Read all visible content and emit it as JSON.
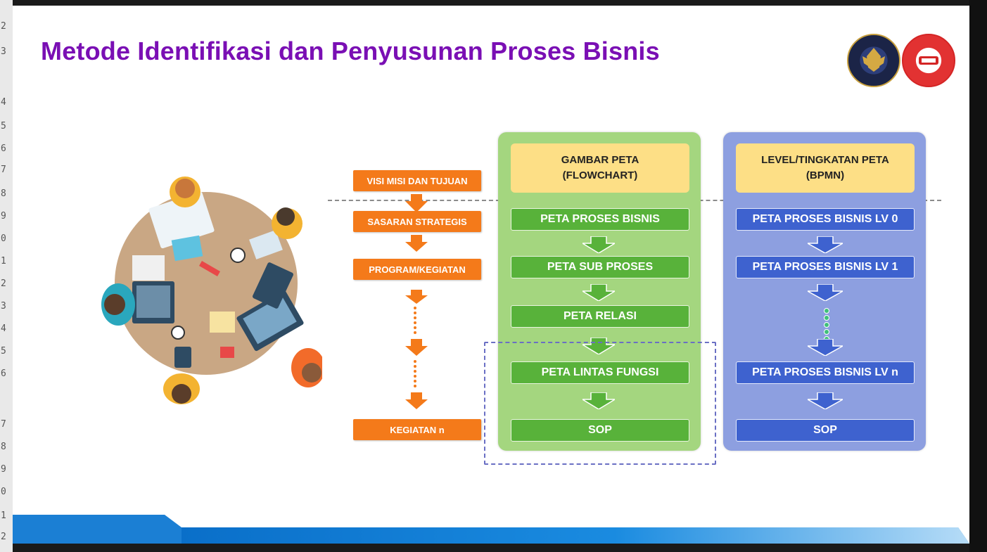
{
  "gutter_numbers": [
    "2",
    "3",
    "4",
    "5",
    "6",
    "7",
    "8",
    "9",
    "0",
    "1",
    "2",
    "3",
    "4",
    "5",
    "6",
    "7",
    "8",
    "9",
    "0",
    "1",
    "2"
  ],
  "title": "Metode Identifikasi dan Penyusunan Proses Bisnis",
  "colors": {
    "title": "#7a0fb4",
    "orange": "#f47a1a",
    "green_panel": "#a4d67f",
    "green_box": "#58b23a",
    "blue_panel": "#8d9fe0",
    "blue_box": "#3e62cf",
    "header_yellow": "#fddf86",
    "dashdot": "#6a6fc4"
  },
  "left_column": {
    "items": [
      "VISI MISI DAN TUJUAN",
      "SASARAN STRATEGIS",
      "PROGRAM/KEGIATAN",
      "KEGIATAN n"
    ]
  },
  "flowchart_panel": {
    "header_line1": "GAMBAR PETA",
    "header_line2": "(FLOWCHART)",
    "items": [
      "PETA PROSES BISNIS",
      "PETA SUB PROSES",
      "PETA RELASI",
      "PETA LINTAS FUNGSI",
      "SOP"
    ]
  },
  "bpmn_panel": {
    "header_line1": "LEVEL/TINGKATAN PETA",
    "header_line2": "(BPMN)",
    "items": [
      "PETA PROSES BISNIS LV 0",
      "PETA PROSES BISNIS LV 1",
      "PETA PROSES BISNIS LV n",
      "SOP"
    ]
  },
  "icons": [
    "team-meeting-illustration",
    "ministry-emblem-logo",
    "spbe-logo"
  ]
}
